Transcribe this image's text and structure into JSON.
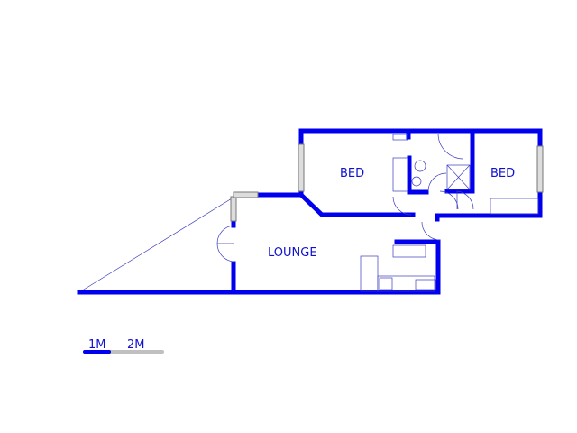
{
  "rooms": [
    {
      "label": "BED"
    },
    {
      "label": "BED"
    },
    {
      "label": "LOUNGE"
    }
  ],
  "scale_bar": {
    "labels": [
      "1M",
      "2M"
    ]
  },
  "colors": {
    "wall": "#0000ee",
    "scale_active": "#0000ee",
    "scale_inactive": "#c0c0c0"
  }
}
